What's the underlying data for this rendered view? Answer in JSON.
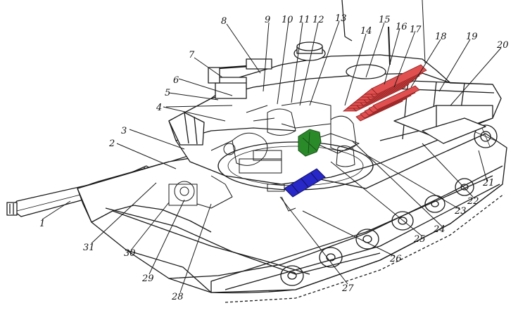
{
  "labels": [
    "1",
    "2",
    "3",
    "4",
    "5",
    "6",
    "7",
    "8",
    "9",
    "10",
    "11",
    "12",
    "13",
    "14",
    "15",
    "16",
    "17",
    "18",
    "19",
    "20",
    "21",
    "22",
    "23",
    "24",
    "25",
    "26",
    "27",
    "28",
    "29",
    "30",
    "31"
  ],
  "highlights": {
    "red": "#e05050",
    "green": "#2a8a2a",
    "blue": "#2828c8"
  },
  "colors": {
    "line": "#1a1a1a",
    "background": "#ffffff"
  }
}
